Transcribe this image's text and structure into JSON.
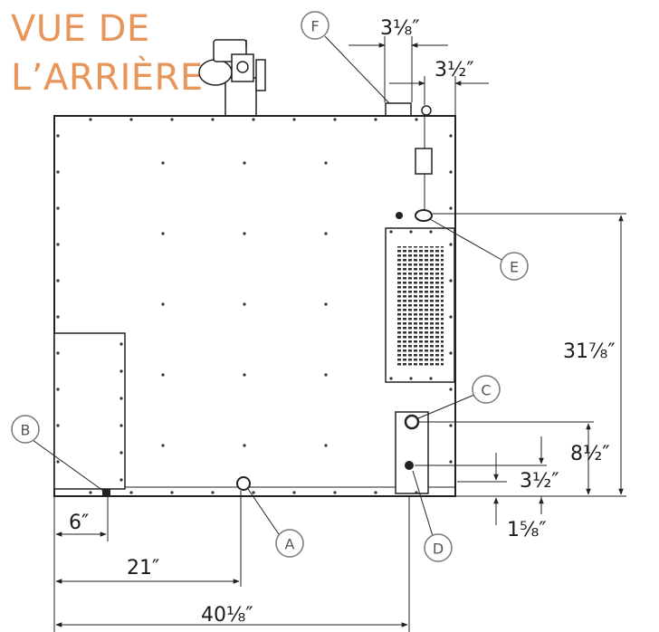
{
  "title": {
    "line1": "VUE DE",
    "line2": "L’ARRIÈRE"
  },
  "callouts": {
    "A": "A",
    "B": "B",
    "C": "C",
    "D": "D",
    "E": "E",
    "F": "F"
  },
  "dimensions": {
    "f_width": "3⅛″",
    "top_right": "3½″",
    "height_total": "31⅞″",
    "c_height": "8½″",
    "d_height": "3½″",
    "base_height": "1⅝″",
    "b_offset": "6″",
    "a_offset": "21″",
    "total_width": "40⅛″"
  },
  "colors": {
    "title": "#e8955a",
    "line": "#222222"
  }
}
